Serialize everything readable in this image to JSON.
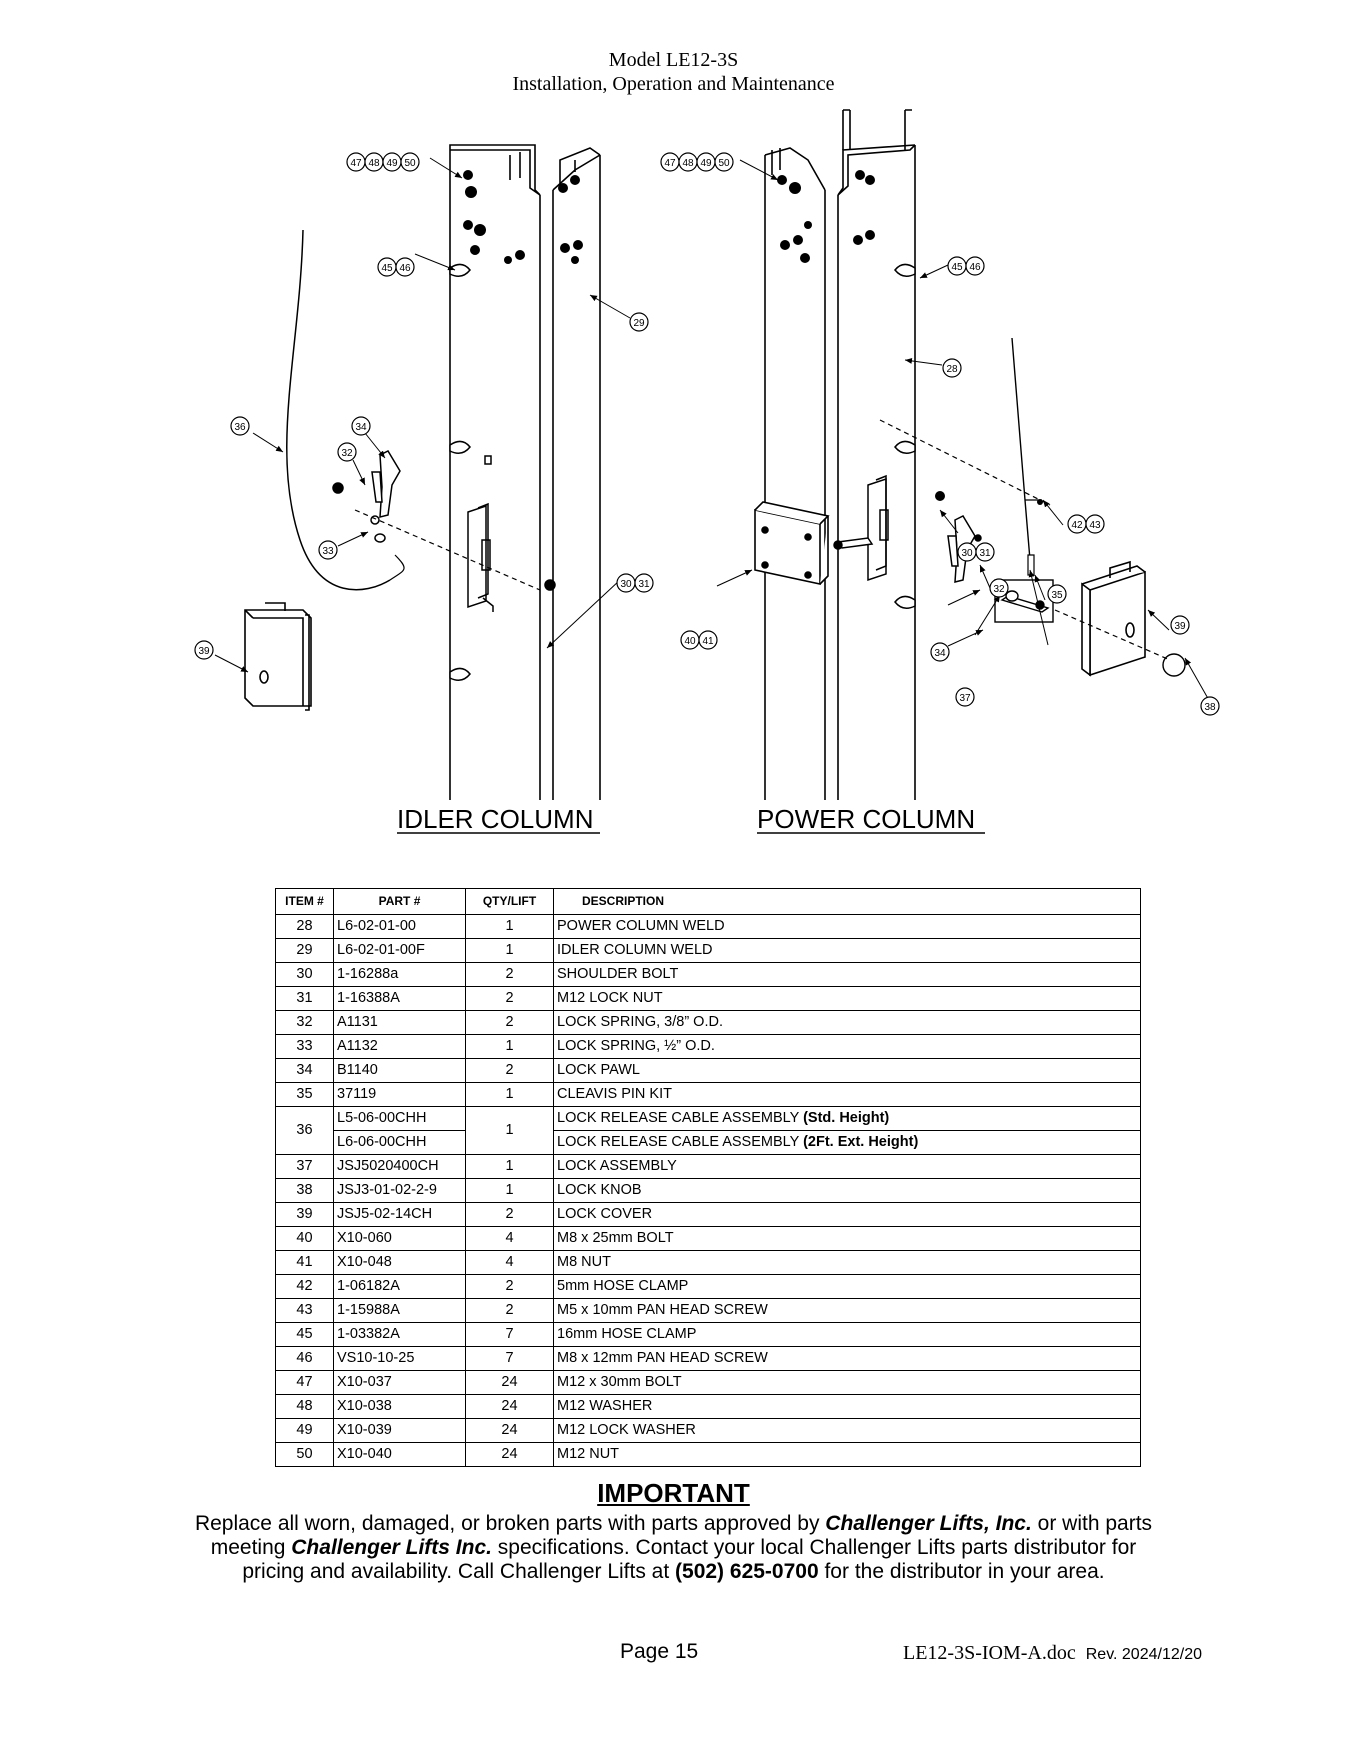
{
  "header": {
    "model": "Model LE12-3S",
    "subtitle": "Installation, Operation and Maintenance"
  },
  "diagram": {
    "idler_title": "IDLER COLUMN",
    "power_title": "POWER COLUMN",
    "callouts": {
      "idler_bolt_group": [
        "47",
        "48",
        "49",
        "50"
      ],
      "idler_clamp": [
        "45",
        "46"
      ],
      "idler_column": "29",
      "idler_cable": "36",
      "idler_pawl": "34",
      "idler_spring_small": "32",
      "idler_spring_large": "33",
      "idler_cover": "39",
      "idler_bolt_nut": [
        "30",
        "31"
      ],
      "power_bolt_group": [
        "47",
        "48",
        "49",
        "50"
      ],
      "power_clamp": [
        "45",
        "46"
      ],
      "power_column": "28",
      "power_hose_clamp": [
        "42",
        "43"
      ],
      "power_bolt_nut": [
        "30",
        "31"
      ],
      "power_spring_small": "32",
      "power_cleavis": "35",
      "power_cover": "39",
      "power_plate_bolts": [
        "40",
        "41"
      ],
      "power_pawl": "34",
      "power_lock_assembly": "37",
      "power_knob": "38"
    }
  },
  "table": {
    "headers": [
      "ITEM #",
      "PART #",
      "QTY/LIFT",
      "DESCRIPTION"
    ],
    "rows_before": [
      {
        "item": "28",
        "part": "L6-02-01-00",
        "qty": "1",
        "desc": "POWER COLUMN WELD"
      },
      {
        "item": "29",
        "part": "L6-02-01-00F",
        "qty": "1",
        "desc": "IDLER COLUMN WELD"
      },
      {
        "item": "30",
        "part": "1-16288a",
        "qty": "2",
        "desc": "SHOULDER BOLT"
      },
      {
        "item": "31",
        "part": "1-16388A",
        "qty": "2",
        "desc": "M12 LOCK NUT"
      },
      {
        "item": "32",
        "part": "A1131",
        "qty": "2",
        "desc": "LOCK SPRING, 3/8” O.D."
      },
      {
        "item": "33",
        "part": "A1132",
        "qty": "1",
        "desc": "LOCK SPRING, ½” O.D."
      },
      {
        "item": "34",
        "part": "B1140",
        "qty": "2",
        "desc": "LOCK PAWL"
      },
      {
        "item": "35",
        "part": "37119",
        "qty": "1",
        "desc": "CLEAVIS PIN KIT"
      }
    ],
    "row36": {
      "item": "36",
      "qty": "1",
      "a_part": "L5-06-00CHH",
      "a_desc": "LOCK RELEASE CABLE ASSEMBLY ",
      "a_bold": "(Std. Height)",
      "b_part": "L6-06-00CHH",
      "b_desc": "LOCK RELEASE CABLE ASSEMBLY ",
      "b_bold": "(2Ft. Ext. Height)"
    },
    "rows_after": [
      {
        "item": "37",
        "part": "JSJ5020400CH",
        "qty": "1",
        "desc": "LOCK ASSEMBLY"
      },
      {
        "item": "38",
        "part": "JSJ3-01-02-2-9",
        "qty": "1",
        "desc": "LOCK KNOB"
      },
      {
        "item": "39",
        "part": "JSJ5-02-14CH",
        "qty": "2",
        "desc": "LOCK COVER"
      },
      {
        "item": "40",
        "part": "X10-060",
        "qty": "4",
        "desc": "M8 x 25mm BOLT"
      },
      {
        "item": "41",
        "part": "X10-048",
        "qty": "4",
        "desc": "M8 NUT"
      },
      {
        "item": "42",
        "part": "1-06182A",
        "qty": "2",
        "desc": "5mm HOSE CLAMP"
      },
      {
        "item": "43",
        "part": "1-15988A",
        "qty": "2",
        "desc": "M5 x 10mm PAN HEAD SCREW"
      },
      {
        "item": "45",
        "part": "1-03382A",
        "qty": "7",
        "desc": "16mm HOSE CLAMP"
      },
      {
        "item": "46",
        "part": "VS10-10-25",
        "qty": "7",
        "desc": "M8 x 12mm PAN HEAD SCREW"
      },
      {
        "item": "47",
        "part": "X10-037",
        "qty": "24",
        "desc": "M12 x 30mm BOLT"
      },
      {
        "item": "48",
        "part": "X10-038",
        "qty": "24",
        "desc": "M12 WASHER"
      },
      {
        "item": "49",
        "part": "X10-039",
        "qty": "24",
        "desc": "M12 LOCK WASHER"
      },
      {
        "item": "50",
        "part": "X10-040",
        "qty": "24",
        "desc": "M12 NUT"
      }
    ]
  },
  "important": {
    "title": "IMPORTANT",
    "t1": "Replace all worn, damaged, or broken parts with parts approved by ",
    "b1": "Challenger Lifts, Inc.",
    "t2": " or with parts meeting ",
    "b2": "Challenger Lifts Inc.",
    "t3": " specifications.  Contact your local Challenger Lifts parts distributor for pricing and availability.  Call Challenger Lifts at ",
    "phone": "(502) 625-0700",
    "t4": " for the distributor in your area."
  },
  "footer": {
    "page": "Page 15",
    "doc": "LE12-3S-IOM-A.doc",
    "rev": "Rev. 2024/12/20"
  }
}
